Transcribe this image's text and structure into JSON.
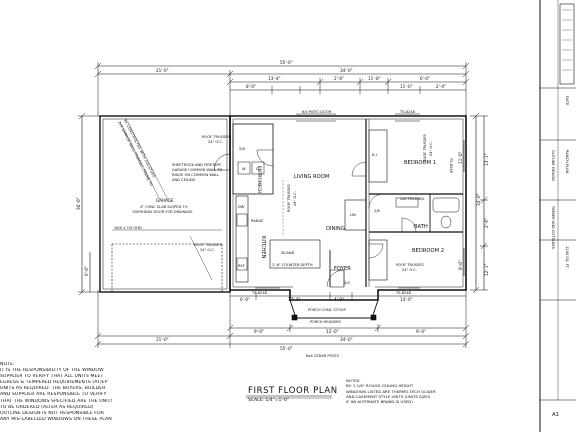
{
  "dimensions": {
    "top_overall": "55'-0\"",
    "top_left": "21'-0\"",
    "top_right": "34'-0\"",
    "top_seg_1": "13'-4\"",
    "top_seg_2": "2'-6\"",
    "top_seg_3": "11'-8\"",
    "top_seg_4": "6'-0\"",
    "top_seg_5": "8'-0\"",
    "top_seg_6": "11'-0\"",
    "top_seg_7": "2'-4\"",
    "bottom_overall": "55'-0\"",
    "bottom_left": "21'-0\"",
    "bottom_right": "34'-0\"",
    "bottom_seg_1": "6'-0\"",
    "bottom_seg_2": "17'-0\"",
    "bottom_seg_3": "4'-0\"",
    "bottom_seg_4": "14'-0\"",
    "bottom_porch_1": "9'-0\"",
    "bottom_porch_2": "12'-0\"",
    "bottom_porch_3": "9'-0\"",
    "cedar_posts": "6x6 CEDAR POSTS",
    "left_overall": "30'-0\"",
    "left_seg": "6'-0\"",
    "right_overall": "34'-0\"",
    "right_seg_1": "13'-1\"",
    "right_seg_2": "12'-1\"",
    "right_seg_3": "2'-6\"",
    "bedroom1_dim": "11'-0\"",
    "bedroom2_dim": "9'-0\""
  },
  "rooms": {
    "living": "LIVING ROOM",
    "dining": "DINING",
    "kitchen": "KITCHEN",
    "bedroom1": "BEDROOM 1",
    "bedroom2": "BEDROOM 2",
    "bath": "BATH",
    "foyer": "FOYER",
    "entry": "ENTRY/MECH",
    "garage": "GARAGE",
    "island": "ISLAND"
  },
  "labels": {
    "patio_door": "6/0 PATIO DOOR",
    "window_top": "TS-8248",
    "window_bed1": "TS-8248",
    "window_bed2": "TS-8248",
    "window_front": "TS-8248",
    "roof_trusses_1": "ROOF TRUSSES",
    "roof_trusses_1b": "24\" O.C.",
    "roof_trusses_2": "ROOF TRUSSES",
    "roof_trusses_2b": "24\" O.C.",
    "roof_trusses_3": "ROOF TRUSSES",
    "roof_trusses_3b": "24\" O.C.",
    "roof_trusses_4": "ROOF TRUSSES",
    "roof_trusses_4b": "24\" O.C.",
    "roof_trusses_5": "ROOF TRUSSES",
    "roof_trusses_5b": "24\" O.C.",
    "sheetrock_1": "SHEETROCK AND FIRETAPE",
    "sheetrock_2": "GARAGE COMMON WALL TO",
    "sheetrock_3": "RIDGE ON COMMON WALL",
    "sheetrock_4": "AND CEILING",
    "garage_framing_1": "2x4 GARAGE WALL FRAMING, FRAME TO",
    "garage_framing_2": "BE CONSTRUCTED WITH 2x6 STUDS",
    "garage_slab_1": "4\" CONC SLAB SLOPED TO",
    "garage_slab_2": "OVERHEAD DOOR FOR DRAINAGE",
    "overhead_door": "16/0 x 7/0 OHD",
    "framing_2x6": "2x6 FRAMING",
    "porch_slab": "PORCH CONC STOOP",
    "porch_header": "PORCH HEADERS",
    "counter_dims": "1'-6\" COUNTER DEPTH",
    "dw": "DW",
    "ref": "REF",
    "range": "RANGE",
    "w": "W",
    "d": "D",
    "lin": "LIN",
    "door_28": "2/8",
    "door_26": "2/6",
    "door_30": "3/0",
    "bi": "B.I."
  },
  "plan_title": "FIRST FLOOR PLAN",
  "plan_scale": "SCALE: 1/4\"=1'-0\"",
  "notes_header": "NOTE:",
  "notes_lines": [
    "IT IS THE RESPONSIBILITY OF THE WINDOW",
    "SUPPLIER TO VERIFY THAT ALL UNITS MEET",
    "EGRESS & TEMPERED REQUIREMENTS (AT/EP",
    "UNITS AS REQUIRED. THE BUYERS, BUILDER",
    "AND SUPPLIER ARE RESPONSIBLE TO VERIFY",
    "THAT THE WINDOWS SPECIFIED ARE THE UNITS",
    "TO BE ORDERED (ALTER AS REQUIRED)",
    "OUTLINE DESIGN IS NOT RESPONSIBLE FOR",
    "ANY MIS-LABELLED WINDOWS ON THESE PLANS"
  ],
  "rnotes_header": "NOTES:",
  "rnotes_lines": [
    "BY: 1 1/8\" ROUGH CEILING HEIGHT",
    "WINDOWS LISTED ARE THERMO-TECH GLIDER",
    "AND CASEMENT STYLE UNITS (UNITS SIZES",
    "IF AN ALTERNATE BRAND IS USED)"
  ],
  "title_block": {
    "row1": "OUTLINE DESIGN",
    "row2": "RANCH PLAN",
    "row3": "TIMBER AND COTTAGES",
    "row4": "1200 SQ. FT.",
    "sheet": "A1",
    "date": "DATE"
  }
}
